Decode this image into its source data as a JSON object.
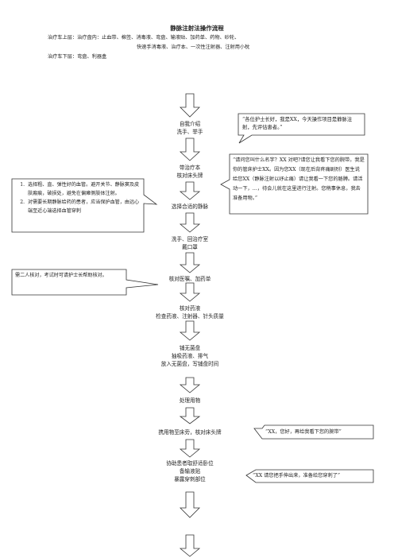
{
  "document": {
    "title": "静脉注射法操作流程",
    "cart_upper": {
      "label": "治疗车上层：",
      "line1": "治疗盘内：止血带、棉签、消毒液、弯盘、输液贴、加药单、药物、砂轮、",
      "line2": "快速手消毒液、治疗本、一次性注射器、注射用小枕"
    },
    "cart_lower": {
      "label": "治疗车下层：",
      "items": "弯盘、利器盒"
    }
  },
  "steps": [
    [
      "自我介绍",
      "洗手、举手"
    ],
    [
      "带治疗本",
      "核对床头牌"
    ],
    [
      "选择合适的静脉"
    ],
    [
      "洗手、回治疗室",
      "戴口罩"
    ],
    [
      "核对医嘱、加药单"
    ],
    [
      "核对药液",
      "检查药液、注射器、针头质量"
    ],
    [
      "铺无菌盘",
      "抽吸药液、排气",
      "放入无菌盘，写铺盘时间"
    ],
    [
      "处理用物"
    ],
    [
      "携用物至床旁，核对床头牌"
    ],
    [
      "协助患者取舒适卧位",
      "备输液贴",
      "暴露穿刺部位"
    ]
  ],
  "callouts": {
    "intro_script": "“各位护士长好，我是XX，今天操作项目是静脉注射，先评估患者。”",
    "patient_script": "“请问您叫什么名字？XX 对吧?请您让我看下您的腕带。我是你的管床护士XX。因为您XX（现在后背疼痛剧烈）医生说给您XX（静脉注射以纾止痛）请让我看一下您的胳膊。请活动一下，…，待会儿就在这里进行注射。您稍事休息，我去准备用物。”",
    "vein_tips": [
      "选择粗、直、弹性好的血管。避开关节、静脉窦及皮肤瘢痕，破损处，避免在偏瘫侧肢体注射。",
      "对需要长期静脉给药的患者，应当保护血管，由远心端至近心端选择血管穿刺"
    ],
    "double_check": "需二人核对，考试时可请护士长帮助核对。",
    "wristband_script": "“XX，您好，再给我看下您的腕带”",
    "hand_script": "“XX 请您把手伸出来，准备给您穿刺了”"
  }
}
